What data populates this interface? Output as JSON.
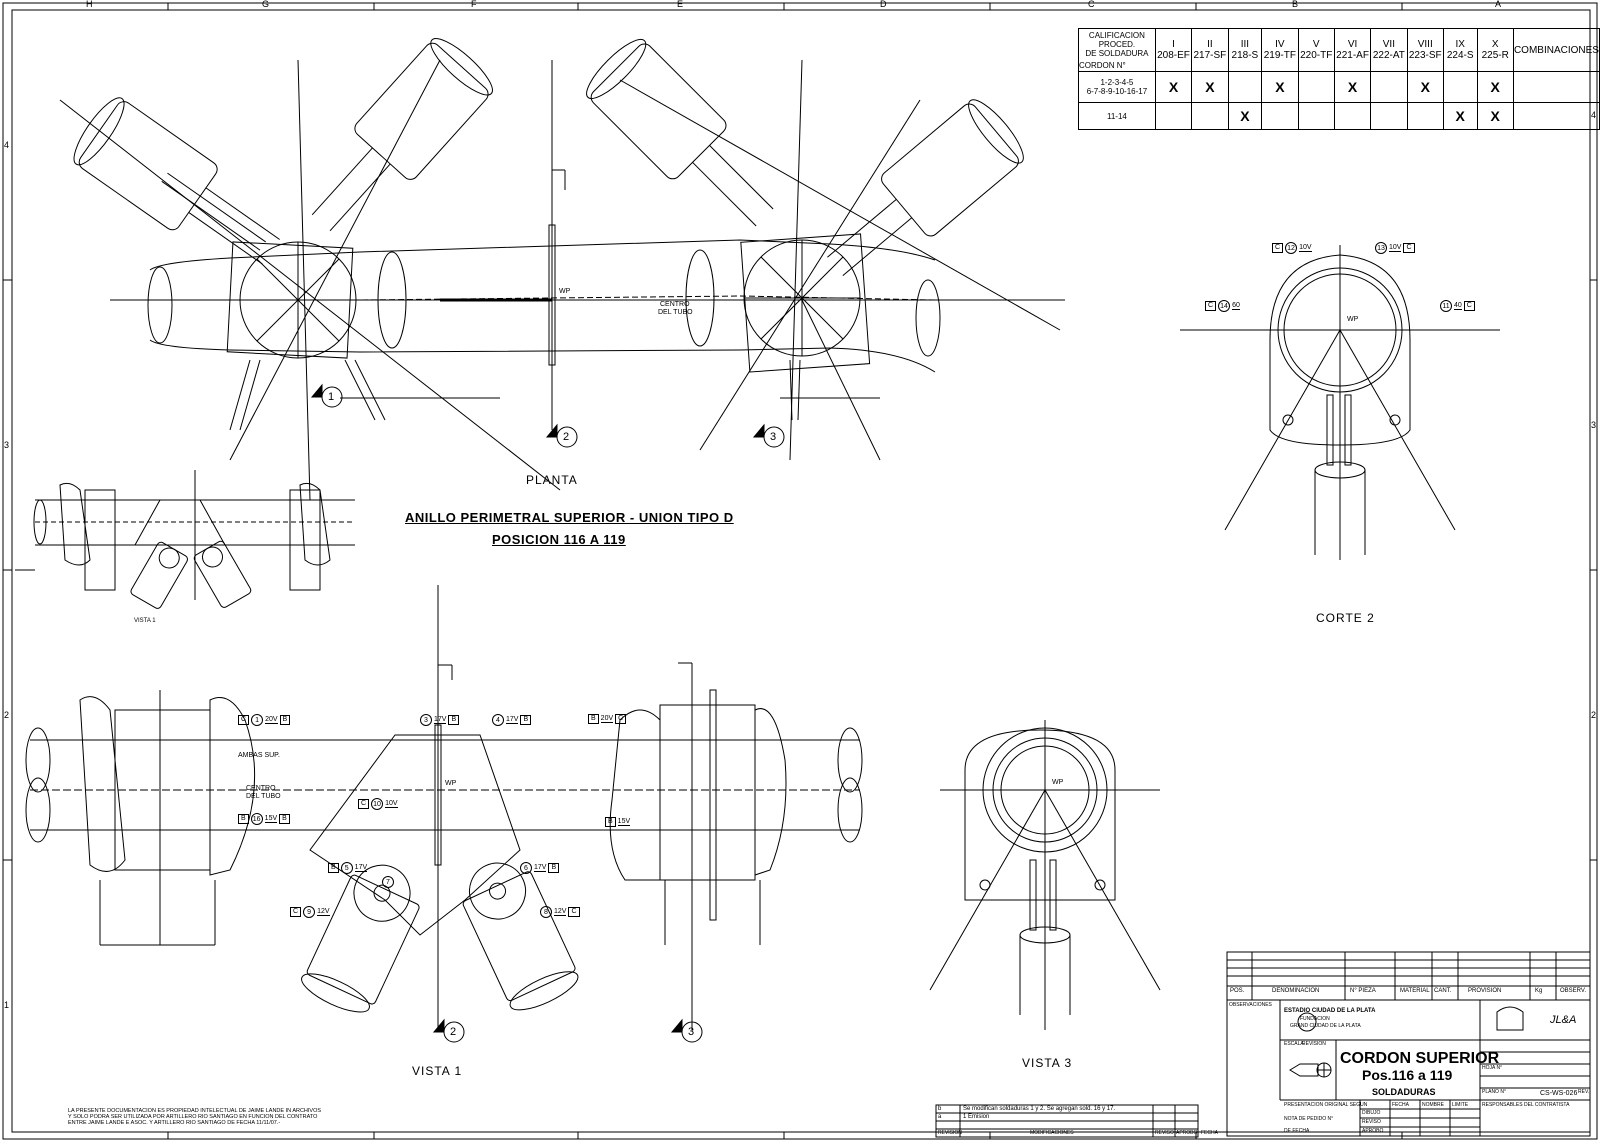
{
  "grid": {
    "columns": [
      "H",
      "G",
      "F",
      "E",
      "D",
      "C",
      "B",
      "A"
    ],
    "rows": [
      "4",
      "3",
      "2",
      "1"
    ]
  },
  "drawing": {
    "title_line1": "ANILLO PERIMETRAL SUPERIOR - UNION TIPO D",
    "title_line2": "POSICION 116 A 119",
    "views": {
      "planta": "PLANTA",
      "vista1": "VISTA 1",
      "vista1_small": "VISTA 1",
      "vista3": "VISTA 3",
      "corte2": "CORTE 2"
    },
    "section_markers": [
      "1",
      "2",
      "3",
      "2",
      "3"
    ],
    "annotations": {
      "centro_tubo_1": "CENTRO",
      "centro_tubo_2": "DEL TUBO",
      "wp": "WP",
      "ambas_sup": "AMBAS SUP.",
      "centro_v1_1": "CENTRO",
      "centro_v1_2": "DEL TUBO"
    },
    "weld_callouts": [
      {
        "code": "C",
        "num": "1",
        "size": "20V",
        "end": "B"
      },
      {
        "code": "B",
        "num": "16",
        "size": "15V",
        "end": "B"
      },
      {
        "code": "",
        "num": "3",
        "size": "17V",
        "end": "B"
      },
      {
        "code": "",
        "num": "4",
        "size": "17V",
        "end": "B"
      },
      {
        "code": "B",
        "num": "",
        "size": "20V",
        "end": "C"
      },
      {
        "code": "C",
        "num": "10",
        "size": "10V",
        "end": ""
      },
      {
        "code": "B",
        "num": "5",
        "size": "17V",
        "end": ""
      },
      {
        "code": "",
        "num": "6",
        "size": "17V",
        "end": "B"
      },
      {
        "code": "C",
        "num": "9",
        "size": "12V",
        "end": ""
      },
      {
        "code": "",
        "num": "8",
        "size": "12V",
        "end": "C"
      },
      {
        "code": "",
        "num": "7",
        "size": "",
        "end": ""
      },
      {
        "code": "B",
        "num": "",
        "size": "15V",
        "end": ""
      },
      {
        "code": "C",
        "num": "12",
        "size": "10V",
        "end": ""
      },
      {
        "code": "",
        "num": "13",
        "size": "10V",
        "end": "C"
      },
      {
        "code": "C",
        "num": "14",
        "size": "60",
        "end": ""
      },
      {
        "code": "",
        "num": "11",
        "size": "40",
        "end": "C"
      }
    ],
    "footnote": [
      "LA PRESENTE DOCUMENTACION ES PROPIEDAD INTELECTUAL DE JAIME LANDE IN ARCHIVOS",
      "Y SOLO PODRA SER UTILIZADA POR ARTILLERO RIO SANTIAGO EN FUNCION DEL CONTRATO",
      "ENTRE JAIME LANDE E ASOC. Y ARTILLERO RIO SANTIAGO DE FECHA 11/11/07.-"
    ]
  },
  "weld_table": {
    "header_left": [
      "CALIFICACION PROCED.",
      "DE SOLDADURA",
      "CORDON N°"
    ],
    "columns": [
      {
        "roman": "I",
        "code": "208-EF"
      },
      {
        "roman": "II",
        "code": "217-SF"
      },
      {
        "roman": "III",
        "code": "218-S"
      },
      {
        "roman": "IV",
        "code": "219-TF"
      },
      {
        "roman": "V",
        "code": "220-TF"
      },
      {
        "roman": "VI",
        "code": "221-AF"
      },
      {
        "roman": "VII",
        "code": "222-AT"
      },
      {
        "roman": "VIII",
        "code": "223-SF"
      },
      {
        "roman": "IX",
        "code": "224-S"
      },
      {
        "roman": "X",
        "code": "225-R"
      }
    ],
    "last_header": "COMBINACIONES",
    "rows": [
      {
        "label": "1-2-3-4-5\n6-7-8-9-10-16-17",
        "marks": [
          "X",
          "X",
          "",
          "X",
          "",
          "X",
          "",
          "X",
          "",
          "X"
        ]
      },
      {
        "label": "11-14",
        "marks": [
          "",
          "",
          "X",
          "",
          "",
          "",
          "",
          "",
          "X",
          "X"
        ]
      }
    ]
  },
  "revisions": {
    "rows": [
      {
        "letter": "b",
        "text": "Se modifican soldaduras 1 y 2. Se agregan sold. 16 y 17."
      },
      {
        "letter": "a",
        "text": "1 Emision"
      }
    ],
    "headers": [
      "REVISION",
      "MODIFICACIONES",
      "REVISO",
      "APROBO",
      "FECHA"
    ]
  },
  "title_block": {
    "parts_headers": [
      "POS.",
      "DENOMINACION",
      "N° PIEZA",
      "MATERIAL",
      "CANT.",
      "PROVISION",
      "Kg",
      "OBSERV."
    ],
    "observaciones": "OBSERVACIONES",
    "project_line1": "ESTADIO CIUDAD DE LA PLATA",
    "project_line2": "FUNDACION",
    "project_line3": "GRAND CIUDAD DE LA PLATA",
    "escala": "ESCALA",
    "revision": "REVISION",
    "sheet_title": "CORDON SUPERIOR",
    "sheet_sub": "Pos.116 a 119",
    "sheet_sub2": "SOLDADURAS",
    "firm_logo": "JL&A",
    "plano_label": "PLANO N°",
    "plano_no": "CS-WS-026",
    "hoja_label": "HOJA N°",
    "rev_label": "REV.",
    "presentacion": "PRESENTACION ORIGINAL SEGUN",
    "nota_pedido": "NOTA DE PEDIDO N°",
    "de_fecha": "DE FECHA",
    "responsables": "RESPONSABLES DEL CONTRATISTA",
    "dibujo": "DIBUJO",
    "reviso": "REVISO",
    "aprobo": "APROBO",
    "fecha": "FECHA",
    "nombre": "NOMBRE",
    "limite": "LIMITE"
  },
  "colors": {
    "ink": "#000000",
    "paper": "#ffffff"
  }
}
